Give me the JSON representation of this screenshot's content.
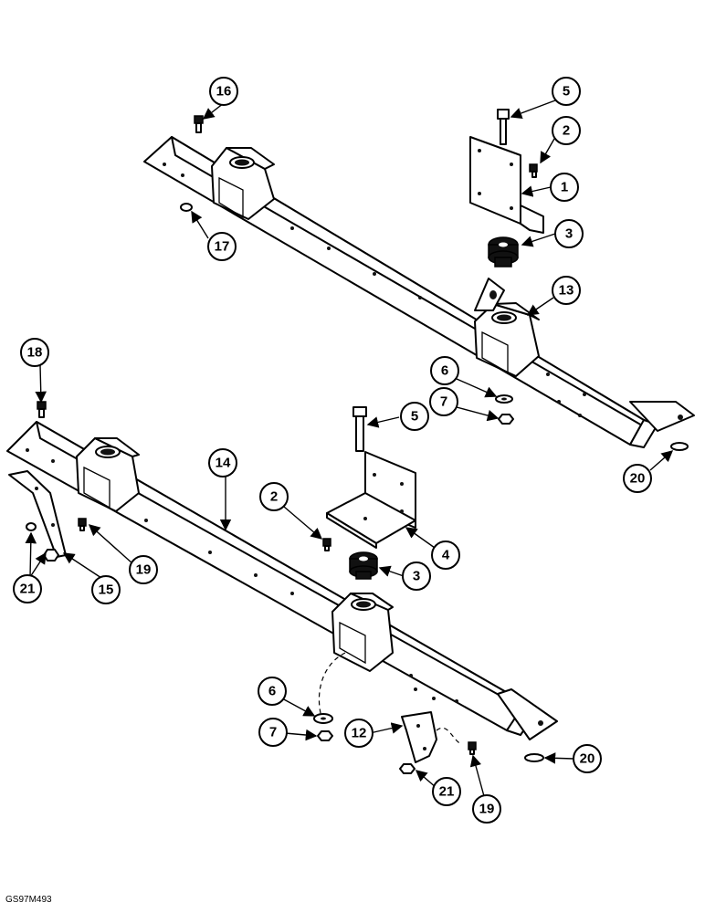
{
  "figure_ref": "GS97M493",
  "callouts": {
    "c1": "1",
    "c2a": "2",
    "c2b": "2",
    "c3a": "3",
    "c3b": "3",
    "c4": "4",
    "c5a": "5",
    "c5b": "5",
    "c6a": "6",
    "c6b": "6",
    "c7a": "7",
    "c7b": "7",
    "c12": "12",
    "c13": "13",
    "c14": "14",
    "c15": "15",
    "c16": "16",
    "c17": "17",
    "c18": "18",
    "c19a": "19",
    "c19b": "19",
    "c20a": "20",
    "c20b": "20",
    "c21a": "21",
    "c21b": "21"
  },
  "colors": {
    "line": "#000000",
    "background": "#ffffff"
  }
}
